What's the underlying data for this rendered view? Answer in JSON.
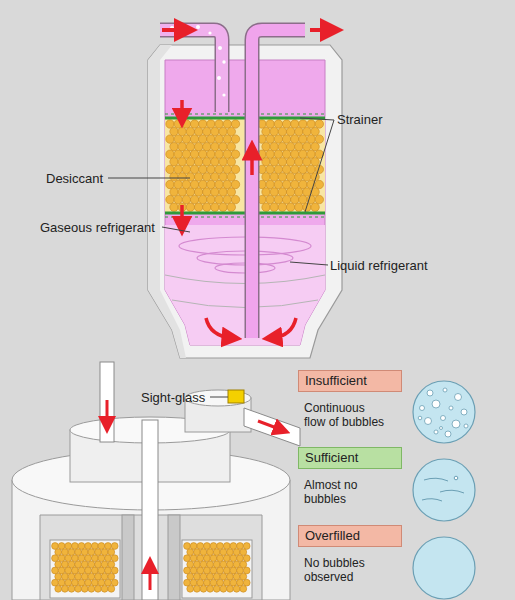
{
  "diagram": {
    "nodes": [
      {
        "text": [
          "Insufficient",
          "Continuous flow of bubbles"
        ]
      },
      {
        "text": [
          "Sufficient",
          "Almost no bubbles"
        ]
      },
      {
        "text": [
          "Overfilled",
          "No bubbles observed"
        ]
      }
    ],
    "labels": [
      "Desiccant",
      "Strainer",
      "Gaseous refrigerant",
      "Liquid refrigerant",
      "Sight-glass"
    ]
  }
}
